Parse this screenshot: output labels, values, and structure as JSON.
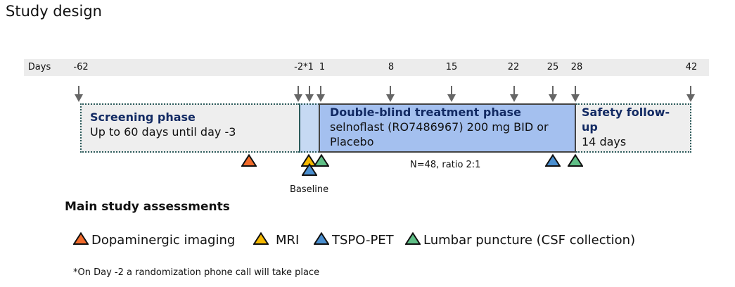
{
  "title": "Study design",
  "days_label": "Days",
  "days": [
    "-62",
    "-2*1",
    "1",
    "8",
    "15",
    "22",
    "25",
    "28",
    "42"
  ],
  "phases": {
    "screening": {
      "title": "Screening phase",
      "text": "Up to 60 days until day -3"
    },
    "treatment": {
      "title": "Double-blind treatment phase",
      "text": "selnoflast (RO7486967) 200 mg BID or Placebo"
    },
    "followup": {
      "title": "Safety follow-up",
      "text": "14 days"
    }
  },
  "n_label": "N=48, ratio 2:1",
  "baseline_label": "Baseline",
  "assess_title": "Main study assessments",
  "legend": [
    {
      "label": "Dopaminergic imaging",
      "color": "#f26b2b"
    },
    {
      "label": "MRI",
      "color": "#f5b800"
    },
    {
      "label": "TSPO-PET",
      "color": "#4a8fd0"
    },
    {
      "label": "Lumbar puncture (CSF collection)",
      "color": "#5fbf86"
    }
  ],
  "footnote": "*On Day -2 a randomization phone call will take place"
}
